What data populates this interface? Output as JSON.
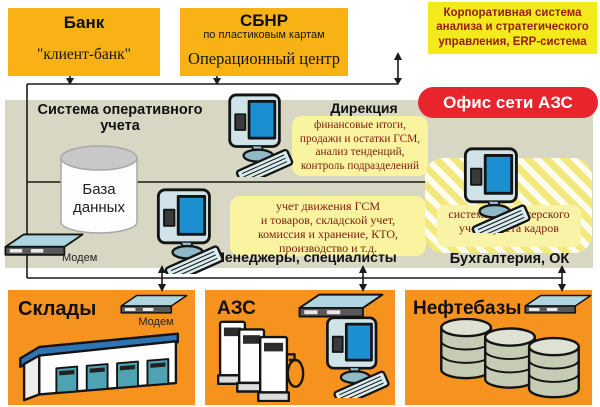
{
  "colors": {
    "amber": "#F9B215",
    "erp_yellow": "#F3EA1C",
    "note_yellow": "#FAF4A0",
    "badge_red": "#E8252C",
    "dark_red_text": "#7E1B0F",
    "office_gray": "#D8D7C3",
    "branch_orange": "#F6921E",
    "screen_blue": "#1C8FD1"
  },
  "top": {
    "bank": {
      "title": "Банк",
      "subtitle": "\"клиент-банк\""
    },
    "processing": {
      "title": "СБНР",
      "subtitle": "по пластиковым картам",
      "center": "Операционный центр"
    },
    "erp": {
      "text": "Корпоративная система\nанализа и стратегического\nуправления, ERP-система"
    }
  },
  "office": {
    "badge": "Офис сети АЗС",
    "system_title": "Система оперативного\nучета",
    "database_label": "База\nданных",
    "modem_label": "Модем",
    "direction": {
      "title": "Дирекция",
      "note": "финансовые итоги,\nпродажи и остатки ГСМ,\nанализ тенденций,\nконтроль подразделений"
    },
    "managers": {
      "note": "учет движения ГСМ\nи товаров, складской учет,\nкомиссия и хранение, КТО,\nпроизводство и т.д.",
      "label": "Менеджеры, специалисты"
    },
    "accounting": {
      "note": "система бухгалтерского\nучета, учета кадров",
      "label": "Бухгалтерия, ОК"
    }
  },
  "branches": {
    "warehouses": {
      "title": "Склады",
      "modem_label": "Модем"
    },
    "stations": {
      "title": "АЗС"
    },
    "depots": {
      "title": "Нефтебазы"
    }
  }
}
